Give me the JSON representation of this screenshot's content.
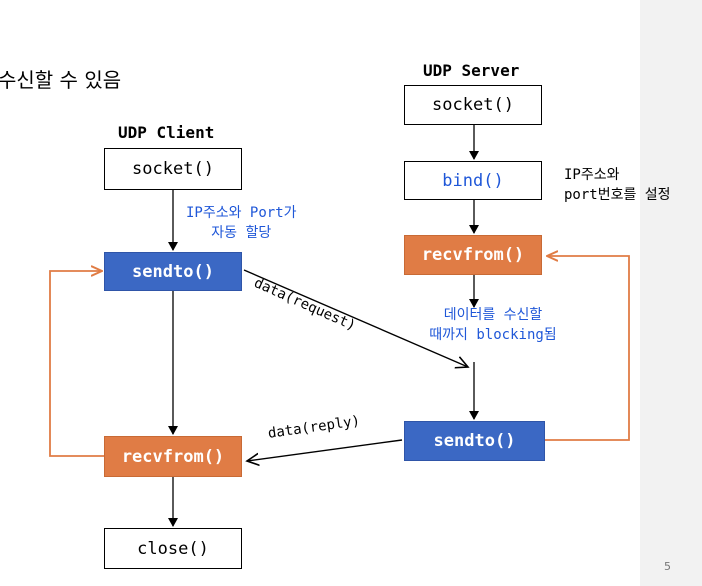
{
  "header": {
    "partial_text": "수신할 수 있음"
  },
  "client": {
    "title": "UDP Client",
    "socket": "socket()",
    "sendto": "sendto()",
    "recvfrom": "recvfrom()",
    "close": "close()",
    "auto_note_1": "IP주소와 Port가",
    "auto_note_2": "자동 할당"
  },
  "server": {
    "title": "UDP Server",
    "socket": "socket()",
    "bind": "bind()",
    "recvfrom": "recvfrom()",
    "sendto": "sendto()",
    "bind_note_1": "IP주소와",
    "bind_note_2": "port번호를 설정",
    "block_note_1": "데이터를 수신할",
    "block_note_2": "때까지 blocking됨"
  },
  "messages": {
    "request": "data(request)",
    "reply": "data(reply)"
  },
  "page_number": "5",
  "colors": {
    "blue_box": "#3b68c4",
    "orange_box": "#e07c45",
    "note_blue": "#1f57d8",
    "loop_line": "#e07c45"
  }
}
